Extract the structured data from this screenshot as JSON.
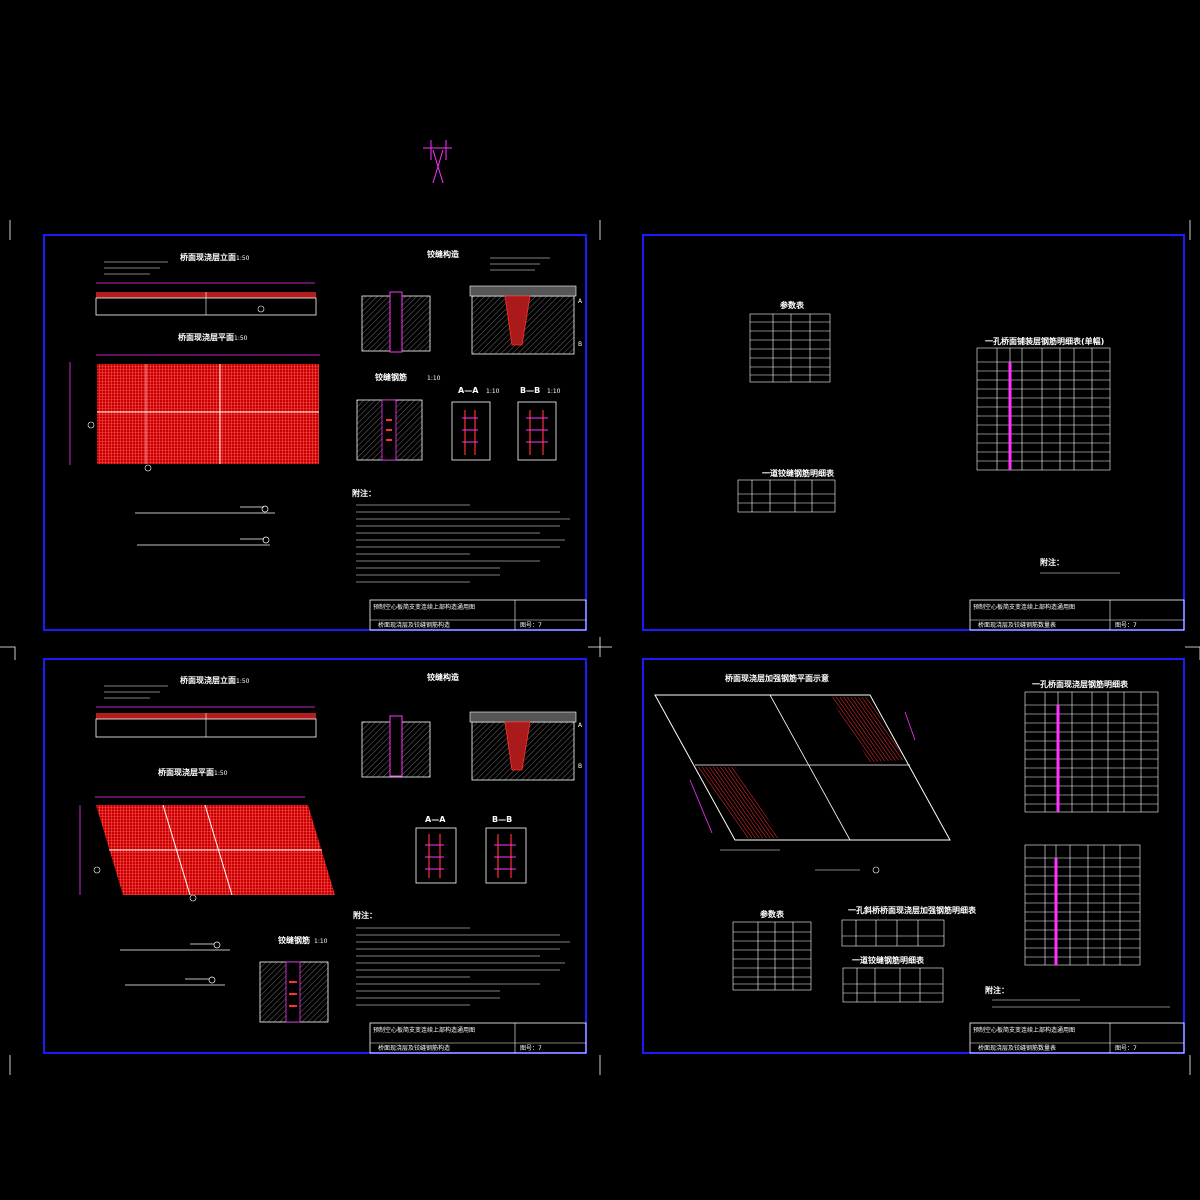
{
  "colors": {
    "background": "#000000",
    "frame": "#1a1aff",
    "rebar": "#ff2a2a",
    "dimension": "#ff33ff",
    "text": "#ffffff",
    "highlight": "#ffff66"
  },
  "sheets": [
    {
      "views": [
        {
          "label": "桥面现浇层立面",
          "scale": "1:50"
        },
        {
          "label": "桥面现浇层平面",
          "scale": "1:50"
        },
        {
          "label": "铰缝构造",
          "scale": ""
        },
        {
          "label": "铰缝钢筋",
          "scale": "1:10"
        },
        {
          "label": "A—A",
          "scale": "1:10"
        },
        {
          "label": "B—B",
          "scale": "1:10"
        }
      ],
      "notes_heading": "附注：",
      "title_block": {
        "project": "预制空心板简支变连续上部构造通用图",
        "drawing": "桥面现浇层及铰缝钢筋构造",
        "sheet_no": "图号：7"
      }
    },
    {
      "views": [
        {
          "label": "参数表",
          "scale": ""
        },
        {
          "label": "一孔桥面铺装层钢筋明细表(单幅)",
          "scale": ""
        },
        {
          "label": "一道铰缝钢筋明细表",
          "scale": ""
        }
      ],
      "notes_heading": "附注：",
      "title_block": {
        "project": "预制空心板简支变连续上部构造通用图",
        "drawing": "桥面现浇层及铰缝钢筋数量表",
        "sheet_no": "图号：7"
      }
    },
    {
      "views": [
        {
          "label": "桥面现浇层立面",
          "scale": "1:50"
        },
        {
          "label": "铰缝构造",
          "scale": ""
        },
        {
          "label": "桥面现浇层平面",
          "scale": "1:50"
        },
        {
          "label": "A—A",
          "scale": ""
        },
        {
          "label": "B—B",
          "scale": ""
        },
        {
          "label": "铰缝钢筋",
          "scale": "1:10"
        }
      ],
      "notes_heading": "附注：",
      "title_block": {
        "project": "预制空心板简支变连续上部构造通用图",
        "drawing": "桥面现浇层及铰缝钢筋构造",
        "sheet_no": "图号：7"
      }
    },
    {
      "views": [
        {
          "label": "桥面现浇层加强钢筋平面示意",
          "scale": ""
        },
        {
          "label": "一孔桥面现浇层钢筋明细表",
          "scale": ""
        },
        {
          "label": "参数表",
          "scale": ""
        },
        {
          "label": "一孔斜桥桥面现浇层加强钢筋明细表",
          "scale": ""
        },
        {
          "label": "一道铰缝钢筋明细表",
          "scale": ""
        }
      ],
      "notes_heading": "附注：",
      "title_block": {
        "project": "预制空心板简支变连续上部构造通用图",
        "drawing": "桥面现浇层及铰缝钢筋数量表",
        "sheet_no": "图号：7"
      }
    }
  ]
}
